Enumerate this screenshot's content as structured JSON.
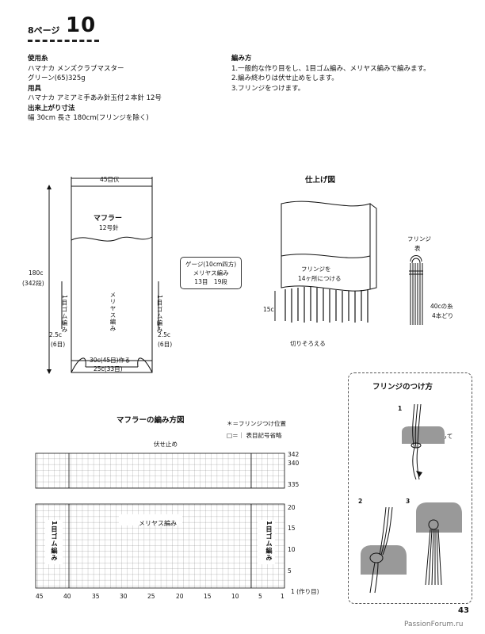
{
  "header": {
    "page_ref": "8ページ",
    "number": "10"
  },
  "materials": {
    "yarn_heading": "使用糸",
    "yarn_line1": "ハマナカ メンズクラブマスター",
    "yarn_line2": "グリーン(65)325g",
    "tools_heading": "用具",
    "tools_line": "ハマナカ アミアミ手あみ針玉付２本針 12号",
    "size_heading": "出来上がり寸法",
    "size_line": "幅 30cm 長さ 180cm(フリンジを除く)"
  },
  "method": {
    "heading": "編み方",
    "steps": [
      "1.一般的な作り目をし、1目ゴム編み、メリヤス編みで編みます。",
      "2.編み終わりは伏せ止めをします。",
      "3.フリンジをつけます。"
    ]
  },
  "diagram": {
    "top_count": "45目伏",
    "title": "マフラー",
    "needle": "12号針",
    "length": "180c",
    "length_rows": "(342段)",
    "rib_left": "1目ゴム編み",
    "rib_right": "1目ゴム編み",
    "stockinette": "メリヤス編み",
    "edge_left_cm": "2.5c",
    "edge_left_st": "(6目)",
    "edge_right_cm": "2.5c",
    "edge_right_st": "(6目)",
    "cast_on": "30c(45目)作る",
    "middle_width": "25c(33目)"
  },
  "gauge": {
    "line1": "ゲージ(10cm四方)",
    "line2": "メリヤス編み",
    "line3": "13目　19段"
  },
  "finish": {
    "heading": "仕上げ図",
    "fringe_note_1": "フリンジを",
    "fringe_note_2": "14ヶ所につける",
    "fringe_length": "15c",
    "trim": "切りそろえる",
    "fringe_label_1": "フリンジ",
    "fringe_label_2": "表",
    "yarn_note_1": "40cの糸",
    "yarn_note_2": "4本どり"
  },
  "chart": {
    "heading": "マフラーの編み方図",
    "legend_star": "＊＝フリンジつけ位置",
    "legend_key": "□＝｜ 表目記号省略",
    "bind_off": "伏せ止め",
    "top_rows": [
      "342",
      "340",
      "335"
    ],
    "bottom_rows": [
      "20",
      "15",
      "10",
      "5"
    ],
    "start": "1 (作り目)",
    "col_labels": [
      "45",
      "40",
      "35",
      "30",
      "25",
      "20",
      "15",
      "10",
      "5",
      "1"
    ],
    "left_rib": "1目ゴム編み",
    "right_rib": "1目ゴム編み",
    "center": "メリヤス編み"
  },
  "how_to": {
    "heading": "フリンジのつけ方",
    "step1": "1",
    "step2": "2",
    "step3": "3",
    "front": "おもて"
  },
  "footer": {
    "page_number": "43",
    "watermark": "PassionForum.ru"
  }
}
